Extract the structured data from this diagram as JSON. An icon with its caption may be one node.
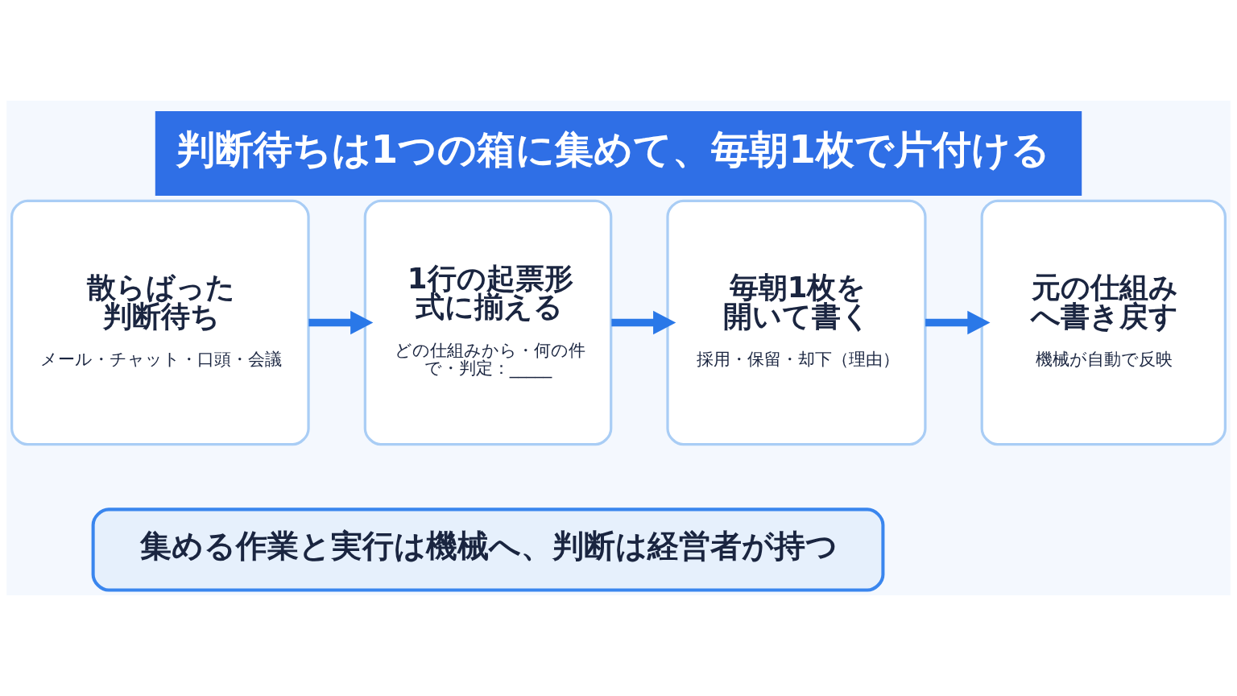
{
  "diagram": {
    "title": "判断待ちは1つの箱に集めて、毎朝1枚で片付ける",
    "nodes": [
      {
        "text": [
          "散らばった判断待ち",
          "メール・チャット・口頭・会議"
        ]
      },
      {
        "text": [
          "1行の起票形式に揃える",
          "どの仕組みから・何の件で・判定：_____"
        ]
      },
      {
        "text": [
          "毎朝1枚を開いて書く",
          "採用・保留・却下（理由）"
        ]
      },
      {
        "text": [
          "元の仕組みへ書き戻す",
          "機械が自動で反映"
        ]
      },
      {
        "text": [
          "集める作業と実行は機械へ、判断は経営者が持つ"
        ]
      }
    ],
    "edges": [
      {
        "from": 0,
        "to": 1,
        "arrow": "to"
      },
      {
        "from": 1,
        "to": 2,
        "arrow": "to"
      },
      {
        "from": 2,
        "to": 3,
        "arrow": "to"
      }
    ]
  }
}
